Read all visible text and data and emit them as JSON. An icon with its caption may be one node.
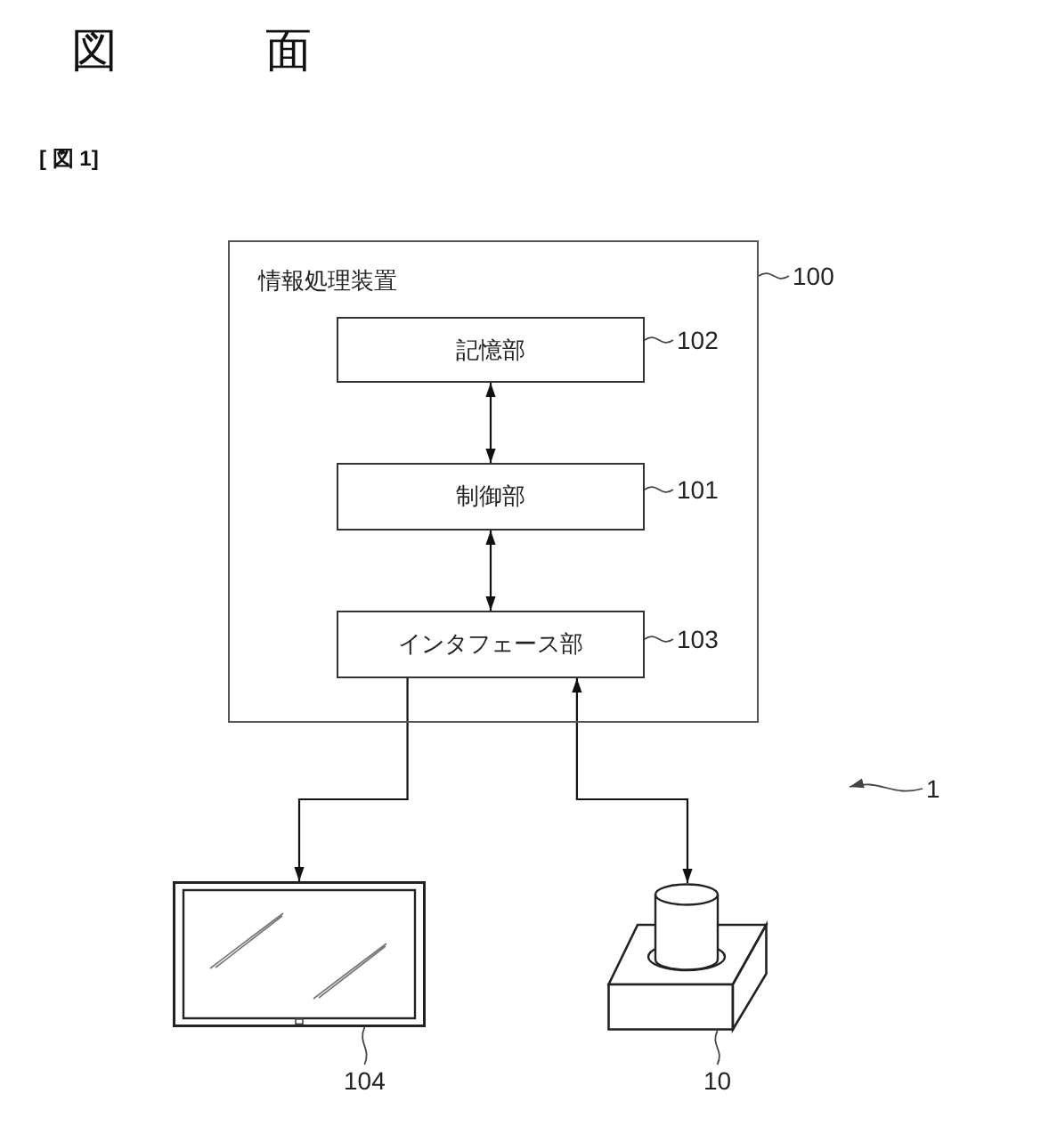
{
  "diagram": {
    "title": "図 面",
    "nodes": [
      {
        "text": [
          "情報処理装置"
        ]
      },
      {
        "text": [
          "記憶部"
        ],
        "in": 0
      },
      {
        "text": [
          "制御部"
        ],
        "in": 0
      },
      {
        "text": [
          "インタフェース部"
        ],
        "in": 0
      },
      {
        "text": [],
        "shape": "picture"
      },
      {
        "text": [],
        "shape": "picture"
      },
      {
        "text": [
          "100"
        ]
      },
      {
        "text": [
          "102"
        ],
        "in": 0
      },
      {
        "text": [
          "101"
        ],
        "in": 0
      },
      {
        "text": [
          "103"
        ],
        "in": 0
      },
      {
        "text": [
          "104"
        ]
      },
      {
        "text": [
          "10"
        ]
      },
      {
        "text": [
          "1"
        ]
      }
    ],
    "edges": [
      {
        "from": 1,
        "to": 2,
        "arrow": "both"
      },
      {
        "from": 2,
        "to": 3,
        "arrow": "both"
      },
      {
        "from": 3,
        "to": 4,
        "arrow": "to"
      },
      {
        "from": 3,
        "to": 5,
        "arrow": "both"
      },
      {
        "from": 6,
        "to": 0,
        "arrow": "none"
      },
      {
        "from": 7,
        "to": 1,
        "arrow": "none"
      },
      {
        "from": 8,
        "to": 2,
        "arrow": "none"
      },
      {
        "from": 9,
        "to": 3,
        "arrow": "none"
      },
      {
        "from": 10,
        "to": 4,
        "arrow": "none"
      },
      {
        "from": 11,
        "to": 5,
        "arrow": "none"
      },
      {
        "from": 12,
        "to": null,
        "arrow": "to"
      }
    ],
    "labels": [
      "[ 図 1]"
    ]
  }
}
